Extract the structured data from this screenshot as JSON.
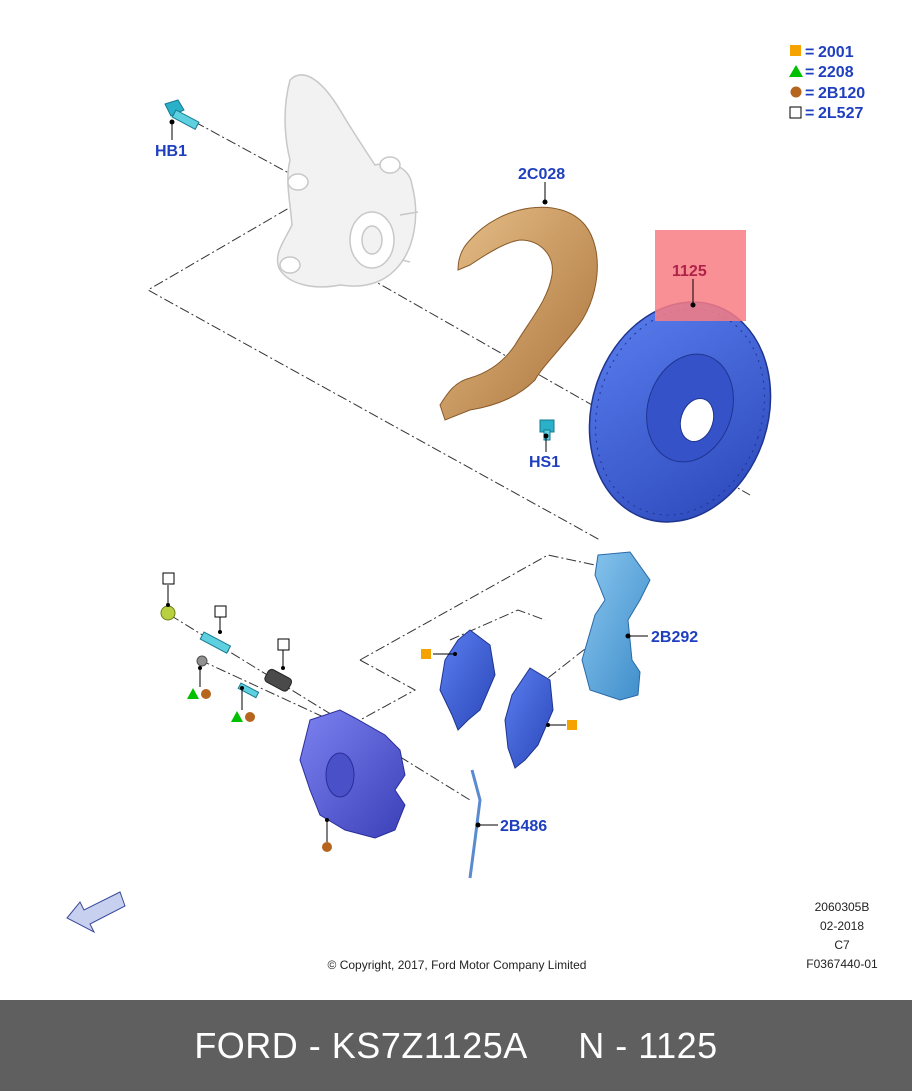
{
  "legend": [
    {
      "symbol": "square-orange",
      "code": "2001",
      "color": "#f5a300"
    },
    {
      "symbol": "triangle-green",
      "code": "2208",
      "color": "#00c000"
    },
    {
      "symbol": "circle-brown",
      "code": "2B120",
      "color": "#b5651d"
    },
    {
      "symbol": "square-outline",
      "code": "2L527",
      "color": "#000000"
    }
  ],
  "callouts": {
    "hb1": "HB1",
    "c2c028": "2C028",
    "c1125": "1125",
    "hs1": "HS1",
    "c2b292": "2B292",
    "c2b486": "2B486"
  },
  "colors": {
    "highlight": "#f87c82",
    "callout": "#1f3fbf",
    "rotor": "#3f63d9",
    "shield": "#c8975a",
    "bracket": "#5aa8e0",
    "caliper": "#5c63e0",
    "footer_bg": "#5f5f5f"
  },
  "info": {
    "line1": "2060305B",
    "line2": "02-2018",
    "line3": "C7",
    "line4": "F0367440-01"
  },
  "copyright": "© Copyright, 2017, Ford Motor Company Limited",
  "footer": "FORD - KS7Z1125A     N - 1125"
}
